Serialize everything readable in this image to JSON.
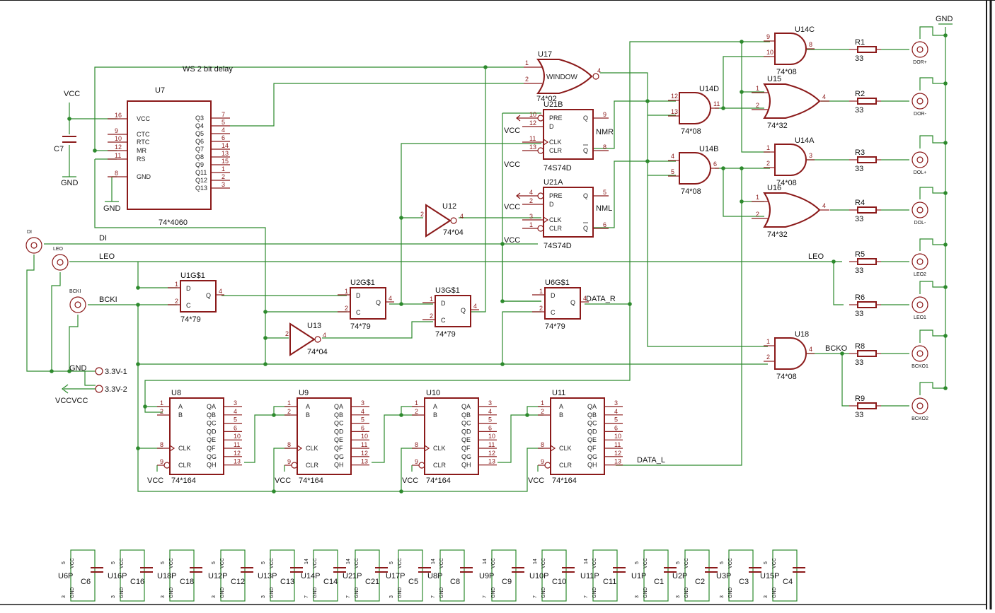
{
  "window": {
    "background": "#ffffff",
    "wire_color": "#2d8a2d",
    "part_color": "#8b1a1a"
  },
  "nets": {
    "ws_delay": "WS 2 bit delay",
    "di": "DI",
    "leo": "LEO",
    "bcki": "BCKI",
    "nmr": "NMR",
    "nml": "NML",
    "data_r": "DATA_R",
    "data_l": "DATA_L",
    "bcko": "BCKO",
    "vcc": "VCC",
    "gnd": "GND",
    "vccvcc": "VCCVCC"
  },
  "parts": {
    "u7": {
      "ref": "U7",
      "value": "74*4060",
      "left_pins": [
        {
          "num": "16",
          "name": "VCC"
        },
        {
          "num": "9",
          "name": "CTC"
        },
        {
          "num": "10",
          "name": "RTC"
        },
        {
          "num": "12",
          "name": "MR"
        },
        {
          "num": "11",
          "name": "RS"
        },
        {
          "num": "8",
          "name": "GND"
        }
      ],
      "right_pins": [
        {
          "num": "7",
          "name": "Q3"
        },
        {
          "num": "5",
          "name": "Q4"
        },
        {
          "num": "4",
          "name": "Q5"
        },
        {
          "num": "6",
          "name": "Q6"
        },
        {
          "num": "14",
          "name": "Q7"
        },
        {
          "num": "13",
          "name": "Q8"
        },
        {
          "num": "15",
          "name": "Q9"
        },
        {
          "num": "1",
          "name": "Q11"
        },
        {
          "num": "2",
          "name": "Q12"
        },
        {
          "num": "3",
          "name": "Q13"
        }
      ]
    },
    "c7": {
      "ref": "C7"
    },
    "u17": {
      "ref": "U17",
      "value": "74*02",
      "label": "WINDOW",
      "pins": [
        "1",
        "2",
        "4"
      ]
    },
    "u21b": {
      "ref": "U21B",
      "value": "74S74D",
      "pins": {
        "pre": "10",
        "d": "12",
        "clk": "11",
        "clr": "13",
        "q": "9",
        "qn": "8"
      }
    },
    "u21a": {
      "ref": "U21A",
      "value": "74S74D",
      "pins": {
        "pre": "4",
        "d": "2",
        "clk": "3",
        "clr": "1",
        "q": "5",
        "qn": "6"
      }
    },
    "ff_labels": {
      "pre": "PRE",
      "d": "D",
      "clk": "CLK",
      "clr": "CLR",
      "q": "Q"
    },
    "u12": {
      "ref": "U12",
      "value": "74*04",
      "pins": [
        "2",
        "4"
      ]
    },
    "u13": {
      "ref": "U13",
      "value": "74*04",
      "pins": [
        "2",
        "4"
      ]
    },
    "u1": {
      "ref": "U1G$1",
      "value": "74*79",
      "pins": [
        "1",
        "2",
        "4"
      ]
    },
    "u2": {
      "ref": "U2G$1",
      "value": "74*79",
      "pins": [
        "1",
        "2",
        "4"
      ]
    },
    "u3": {
      "ref": "U3G$1",
      "value": "74*79",
      "pins": [
        "1",
        "2",
        "4"
      ]
    },
    "u6": {
      "ref": "U6G$1",
      "value": "74*79",
      "pins": [
        "1",
        "2",
        "4"
      ]
    },
    "dq_labels": {
      "d": "D",
      "c": "C",
      "q": "Q"
    },
    "u14c": {
      "ref": "U14C",
      "value": "74*08",
      "pins": [
        "9",
        "10",
        "8"
      ]
    },
    "u14d": {
      "ref": "U14D",
      "value": "74*08",
      "pins": [
        "12",
        "13",
        "11"
      ]
    },
    "u14b": {
      "ref": "U14B",
      "value": "74*08",
      "pins": [
        "4",
        "5",
        "6"
      ]
    },
    "u14a": {
      "ref": "U14A",
      "value": "74*08",
      "pins": [
        "1",
        "2",
        "3"
      ]
    },
    "u15": {
      "ref": "U15",
      "value": "74*32",
      "pins": [
        "1",
        "2",
        "4"
      ]
    },
    "u16": {
      "ref": "U16",
      "value": "74*32",
      "pins": [
        "1",
        "2",
        "4"
      ]
    },
    "u18": {
      "ref": "U18",
      "value": "74*08",
      "pins": [
        "1",
        "2",
        "4"
      ]
    },
    "resistors": [
      {
        "ref": "R1",
        "value": "33"
      },
      {
        "ref": "R2",
        "value": "33"
      },
      {
        "ref": "R3",
        "value": "33"
      },
      {
        "ref": "R4",
        "value": "33"
      },
      {
        "ref": "R5",
        "value": "33"
      },
      {
        "ref": "R6",
        "value": "33"
      },
      {
        "ref": "R8",
        "value": "33"
      },
      {
        "ref": "R9",
        "value": "33"
      }
    ],
    "out_connectors": [
      "DOR+",
      "DOR-",
      "DOL+",
      "DOL-",
      "LEO2",
      "LEO1",
      "BCKO1",
      "BCKO2"
    ],
    "in_connectors": [
      "DI",
      "LEO",
      "BCKI"
    ],
    "power_connectors": [
      "3.3V-1",
      "3.3V-2"
    ],
    "shift_registers": [
      {
        "ref": "U8",
        "value": "74*164"
      },
      {
        "ref": "U9",
        "value": "74*164"
      },
      {
        "ref": "U10",
        "value": "74*164"
      },
      {
        "ref": "U11",
        "value": "74*164"
      }
    ],
    "sr_left_pins": [
      {
        "num": "1",
        "name": "A"
      },
      {
        "num": "2",
        "name": "B"
      },
      {
        "num": "8",
        "name": "CLK"
      },
      {
        "num": "9",
        "name": "CLR"
      }
    ],
    "sr_right_pins": [
      {
        "num": "3",
        "name": "QA"
      },
      {
        "num": "4",
        "name": "QB"
      },
      {
        "num": "5",
        "name": "QC"
      },
      {
        "num": "6",
        "name": "QD"
      },
      {
        "num": "10",
        "name": "QE"
      },
      {
        "num": "11",
        "name": "QF"
      },
      {
        "num": "12",
        "name": "QG"
      },
      {
        "num": "13",
        "name": "QH"
      }
    ],
    "decoupling": [
      {
        "u": "U6P",
        "c": "C6",
        "vcc": "5",
        "gnd": "3"
      },
      {
        "u": "U16P",
        "c": "C16",
        "vcc": "5",
        "gnd": "3"
      },
      {
        "u": "U18P",
        "c": "C18",
        "vcc": "5",
        "gnd": "3"
      },
      {
        "u": "U12P",
        "c": "C12",
        "vcc": "5",
        "gnd": "3"
      },
      {
        "u": "U13P",
        "c": "C13",
        "vcc": "5",
        "gnd": "3"
      },
      {
        "u": "U14P",
        "c": "C14",
        "vcc": "14",
        "gnd": "7"
      },
      {
        "u": "U21P",
        "c": "C21",
        "vcc": "14",
        "gnd": "7"
      },
      {
        "u": "U17P",
        "c": "C5",
        "vcc": "5",
        "gnd": "3"
      },
      {
        "u": "U8P",
        "c": "C8",
        "vcc": "14",
        "gnd": "7"
      },
      {
        "u": "U9P",
        "c": "C9",
        "vcc": "14",
        "gnd": "7"
      },
      {
        "u": "U10P",
        "c": "C10",
        "vcc": "14",
        "gnd": "7"
      },
      {
        "u": "U11P",
        "c": "C11",
        "vcc": "14",
        "gnd": "7"
      },
      {
        "u": "U1P",
        "c": "C1",
        "vcc": "5",
        "gnd": "3"
      },
      {
        "u": "U2P",
        "c": "C2",
        "vcc": "5",
        "gnd": "3"
      },
      {
        "u": "U3P",
        "c": "C3",
        "vcc": "5",
        "gnd": "3"
      },
      {
        "u": "U15P",
        "c": "C4",
        "vcc": "5",
        "gnd": "3"
      }
    ],
    "decoupling_labels": {
      "vcc": "VCC",
      "gnd": "GND"
    }
  }
}
